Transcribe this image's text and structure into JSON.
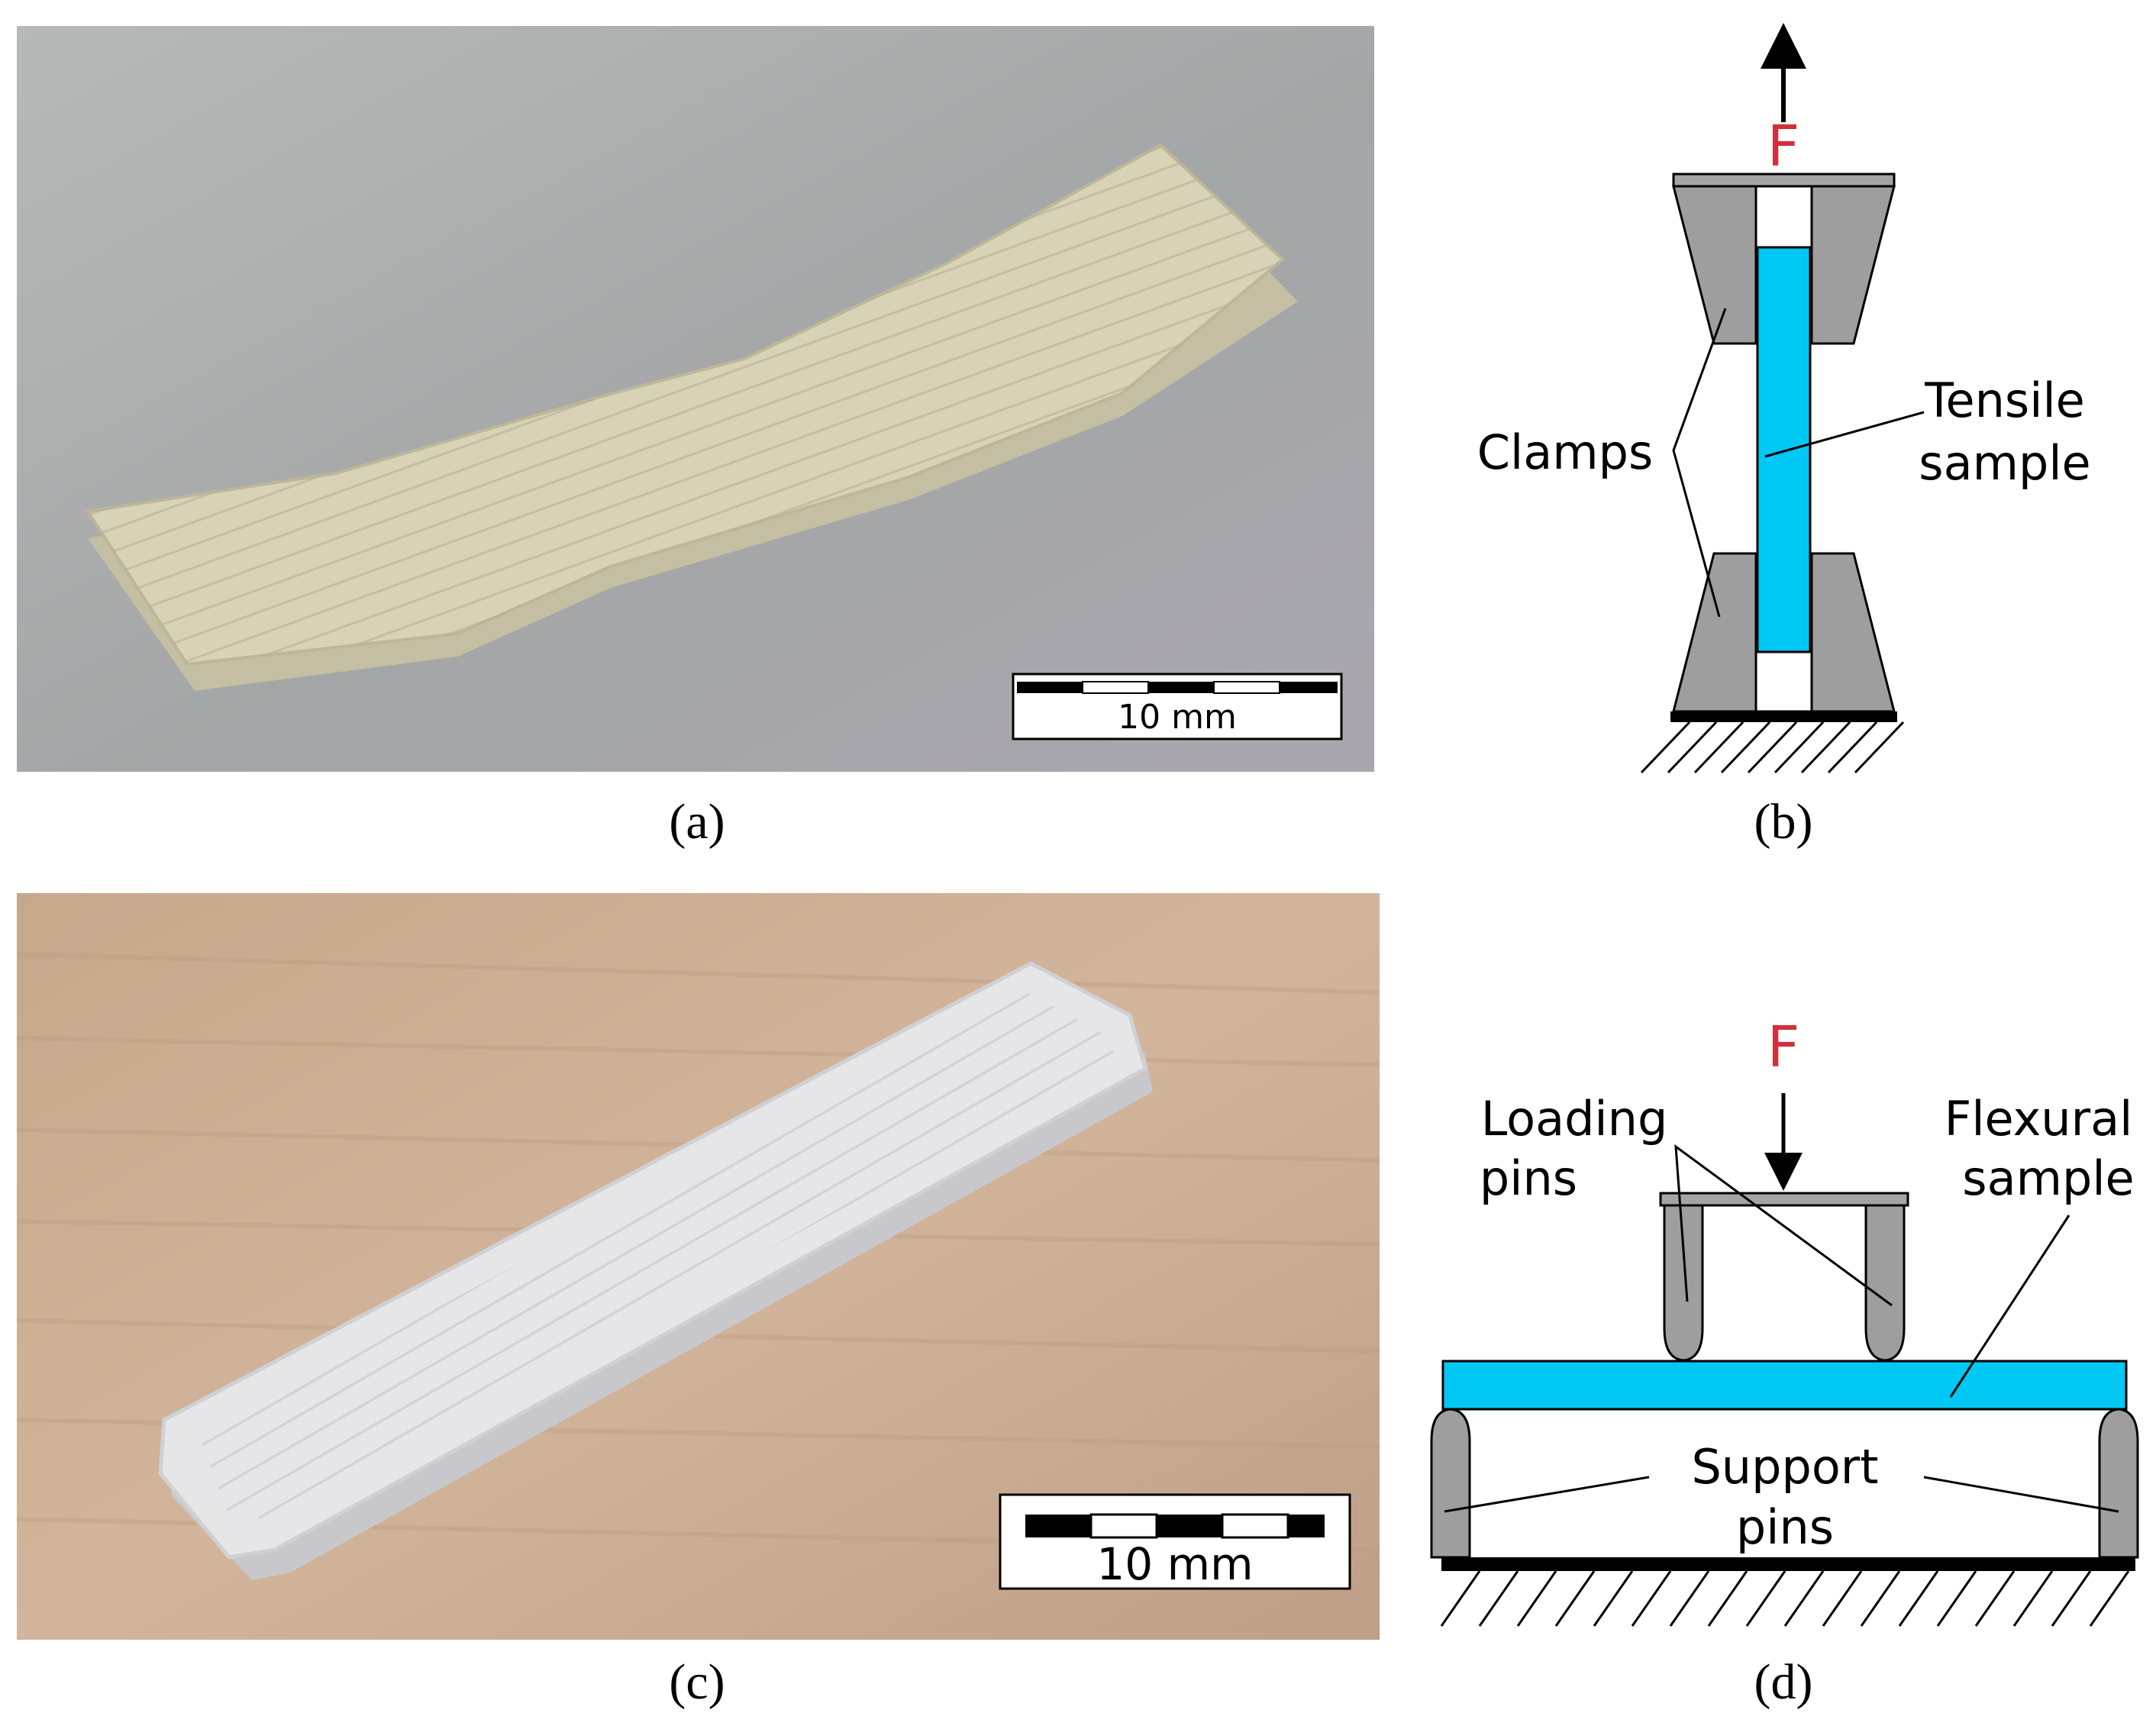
{
  "panels": {
    "a": {
      "caption": "(a)",
      "scale_bar": "10 mm"
    },
    "b": {
      "force": "F",
      "labels": {
        "clamps": "Clamps",
        "sample_line1": "Tensile",
        "sample_line2": "sample"
      }
    },
    "c": {
      "caption": "(c)",
      "scale_bar": "10 mm"
    },
    "d": {
      "force": "F",
      "labels": {
        "loading_line1": "Loading",
        "loading_line2": "pins",
        "flexural_line1": "Flexural",
        "flexural_line2": "sample",
        "support_line1": "Support",
        "support_line2": "pins"
      }
    },
    "b_caption": "(b)",
    "d_caption": "(d)"
  },
  "colors": {
    "sample": "#00c8f5",
    "steel": "#9e9e9e",
    "force": "#d0303a",
    "photo_a_bg": "#a9acaa",
    "photo_a_specimen": "#d8d2b6",
    "photo_c_bg": "#c9ab90",
    "photo_c_specimen": "#e6e6e9"
  }
}
